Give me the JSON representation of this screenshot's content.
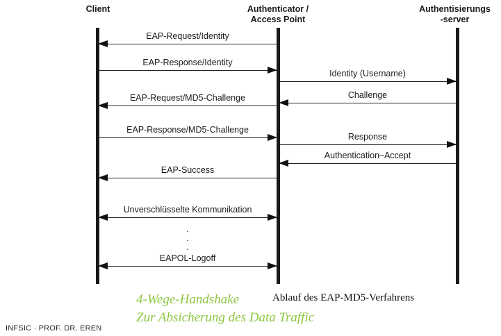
{
  "diagram": {
    "title_caption": "Ablauf des EAP-MD5-Verfahrens",
    "participants": [
      {
        "name": "client",
        "label": "Client"
      },
      {
        "name": "authenticator",
        "label": "Authenticator /\nAccess Point"
      },
      {
        "name": "auth-server",
        "label": "Authentisierungs\n-server"
      }
    ],
    "messages": [
      {
        "id": "eap-request-identity",
        "label": "EAP-Request/Identity",
        "from": "authenticator",
        "to": "client",
        "direction": "left"
      },
      {
        "id": "eap-response-identity",
        "label": "EAP-Response/Identity",
        "from": "client",
        "to": "authenticator",
        "direction": "right"
      },
      {
        "id": "identity-username",
        "label": "Identity (Username)",
        "from": "authenticator",
        "to": "auth-server",
        "direction": "right"
      },
      {
        "id": "challenge",
        "label": "Challenge",
        "from": "auth-server",
        "to": "authenticator",
        "direction": "left"
      },
      {
        "id": "eap-request-md5",
        "label": "EAP-Request/MD5-Challenge",
        "from": "authenticator",
        "to": "client",
        "direction": "left"
      },
      {
        "id": "eap-response-md5",
        "label": "EAP-Response/MD5-Challenge",
        "from": "client",
        "to": "authenticator",
        "direction": "right"
      },
      {
        "id": "response",
        "label": "Response",
        "from": "authenticator",
        "to": "auth-server",
        "direction": "right"
      },
      {
        "id": "authentication-accept",
        "label": "Authentication–Accept",
        "from": "auth-server",
        "to": "authenticator",
        "direction": "left"
      },
      {
        "id": "eap-success",
        "label": "EAP-Success",
        "from": "authenticator",
        "to": "client",
        "direction": "left"
      },
      {
        "id": "unverschluesselte-kommunikation",
        "label": "Unverschlüsselte Kommunikation",
        "from": "client",
        "to": "authenticator",
        "direction": "both"
      },
      {
        "id": "eapol-logoff",
        "label": "EAPOL-Logoff",
        "from": "client",
        "to": "authenticator",
        "direction": "both"
      }
    ],
    "ellipsis": "·\n·\n·"
  },
  "captions": {
    "green_line1": "4-Wege-Handshake",
    "green_line2": "Zur Absicherung des Data Traffic",
    "green_color": "#8CC63F",
    "black_caption": "Ablauf des EAP-MD5-Verfahrens"
  },
  "footer": {
    "text": "INFSIC · PROF. DR. EREN"
  }
}
